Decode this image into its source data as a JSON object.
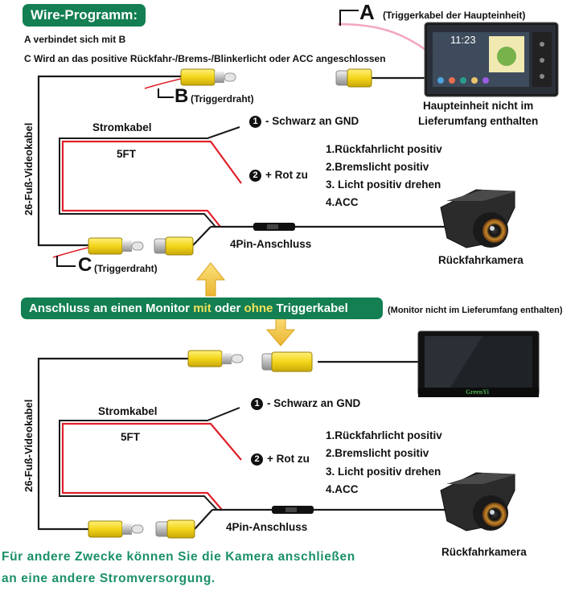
{
  "top": {
    "title": "Wire-Programm:",
    "line_a": "A verbindet sich mit B",
    "line_c": "C Wird an das positive Rückfahr-/Brems-/Blinkerlicht oder ACC angeschlossen",
    "letter_a": "A",
    "trigger_main": "(Triggerkabel der Haupteinheit)",
    "headunit_note": "Haupteinheit nicht im Lieferumfang enthalten",
    "headunit_note_line1": "Haupteinheit nicht im",
    "headunit_note_line2": "Lieferumfang enthalten",
    "headunit_time": "11:23",
    "letter_b": "B",
    "trigger_b": "(Triggerdraht)",
    "power_cable": "Stromkabel",
    "length": "5FT",
    "wire1_num": "1",
    "wire1": "- Schwarz an GND",
    "wire2_num": "2",
    "wire2": "+ Rot zu",
    "options": [
      "1.Rückfahrlicht positiv",
      "2.Bremslicht positiv",
      "3. Licht positiv drehen",
      "4.ACC"
    ],
    "video_cable": "26-Fuß-Videokabel",
    "connector": "4Pin-Anschluss",
    "letter_c": "C",
    "trigger_c": "(Triggerdraht)",
    "camera": "Rückfahrkamera"
  },
  "middle": {
    "banner_pre": "Anschluss an einen Monitor ",
    "banner_mit": "mit",
    "banner_mid": " oder ",
    "banner_ohne": "ohne",
    "banner_post": " Triggerkabel",
    "monitor_note": "(Monitor nicht im Lieferumfang enthalten)",
    "monitor_brand": "GreenYi"
  },
  "bottom": {
    "power_cable": "Stromkabel",
    "length": "5FT",
    "wire1_num": "1",
    "wire1": "- Schwarz an GND",
    "wire2_num": "2",
    "wire2": "+ Rot zu",
    "options": [
      "1.Rückfahrlicht positiv",
      "2.Bremslicht positiv",
      "3. Licht positiv drehen",
      "4.ACC"
    ],
    "video_cable": "26-Fuß-Videokabel",
    "connector": "4Pin-Anschluss",
    "camera": "Rückfahrkamera"
  },
  "footer": {
    "line1": "Für andere Zwecke können Sie die Kamera anschließen",
    "line2": "an eine andere Stromversorgung."
  },
  "colors": {
    "green": "#137f52",
    "red_wire": "#e0202a",
    "rca_yellow": "#f3d51a",
    "arrow_yellow": "#f4c542",
    "pink_wire": "#f3a6c4"
  }
}
